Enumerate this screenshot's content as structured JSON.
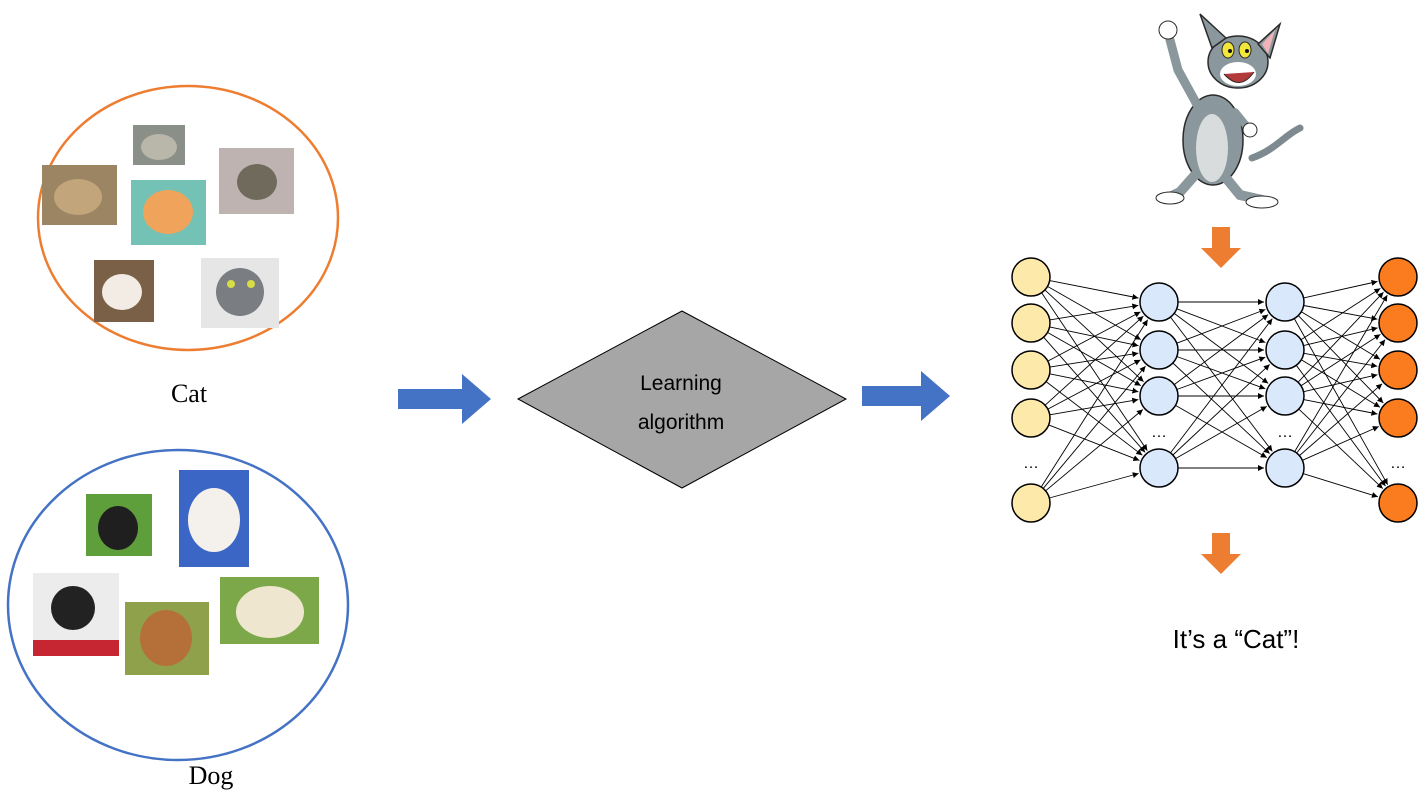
{
  "groups": {
    "cat": {
      "label": "Cat",
      "photos": [
        "cat-photo",
        "cat-photo",
        "cat-photo",
        "cat-photo",
        "cat-photo",
        "cat-photo"
      ]
    },
    "dog": {
      "label": "Dog",
      "photos": [
        "dog-photo",
        "dog-photo",
        "dog-photo",
        "dog-photo",
        "dog-photo"
      ]
    }
  },
  "learning_box": {
    "line1": "Learning",
    "line2": "algorithm"
  },
  "network": {
    "layers": [
      {
        "name": "input",
        "nodes": 5,
        "ellipsis": "…",
        "color": "#fde9a9"
      },
      {
        "name": "hidden1",
        "nodes": 4,
        "ellipsis": "…",
        "color": "#dae8fc"
      },
      {
        "name": "hidden2",
        "nodes": 4,
        "ellipsis": "…",
        "color": "#dae8fc"
      },
      {
        "name": "output",
        "nodes": 5,
        "ellipsis": "…",
        "color": "#fb7c1f"
      }
    ]
  },
  "result": "It’s a “Cat”!",
  "colors": {
    "cat_circle": "#ed7d31",
    "dog_circle": "#4472c4",
    "blue_arrow": "#4472c4",
    "orange_arrow": "#ed7d31",
    "diamond_fill": "#a6a6a6"
  },
  "icons": [
    "right-arrow-icon",
    "down-arrow-icon",
    "cartoon-cat-icon"
  ]
}
